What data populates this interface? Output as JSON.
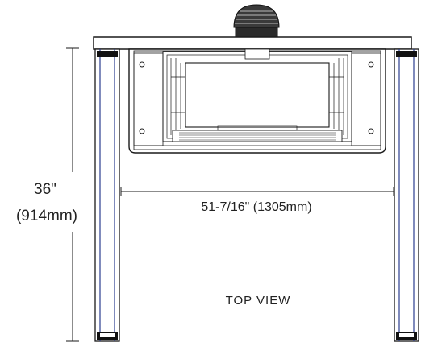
{
  "dimensions": {
    "height_inches": "36\"",
    "height_mm": "(914mm)",
    "width": "51-7/16\" (1305mm)"
  },
  "view_label": "TOP VIEW",
  "colors": {
    "line": "#1a1a1a",
    "leg_accent": "#2b3e8f",
    "leg_dark": "#111111"
  }
}
